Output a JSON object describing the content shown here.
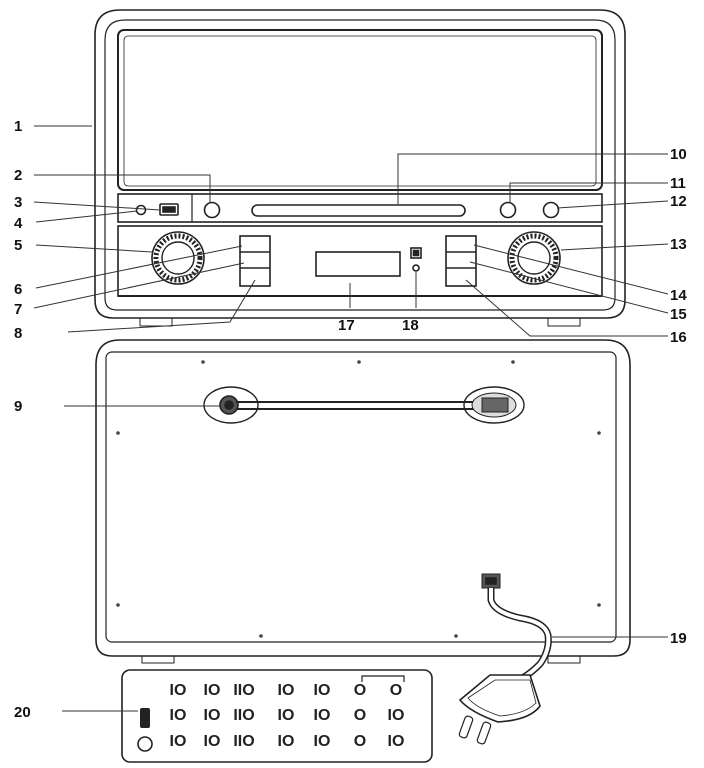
{
  "diagram": {
    "callouts": [
      "1",
      "2",
      "3",
      "4",
      "5",
      "6",
      "7",
      "8",
      "9",
      "10",
      "11",
      "12",
      "13",
      "14",
      "15",
      "16",
      "17",
      "18",
      "19",
      "20"
    ],
    "remote_rows": [
      [
        "IO",
        "IO",
        "IIO",
        "IO",
        "IO",
        "O",
        "O"
      ],
      [
        "IO",
        "IO",
        "IIO",
        "IO",
        "IO",
        "O",
        "IO"
      ],
      [
        "IO",
        "IO",
        "IIO",
        "IO",
        "IO",
        "O",
        "IO"
      ]
    ]
  }
}
